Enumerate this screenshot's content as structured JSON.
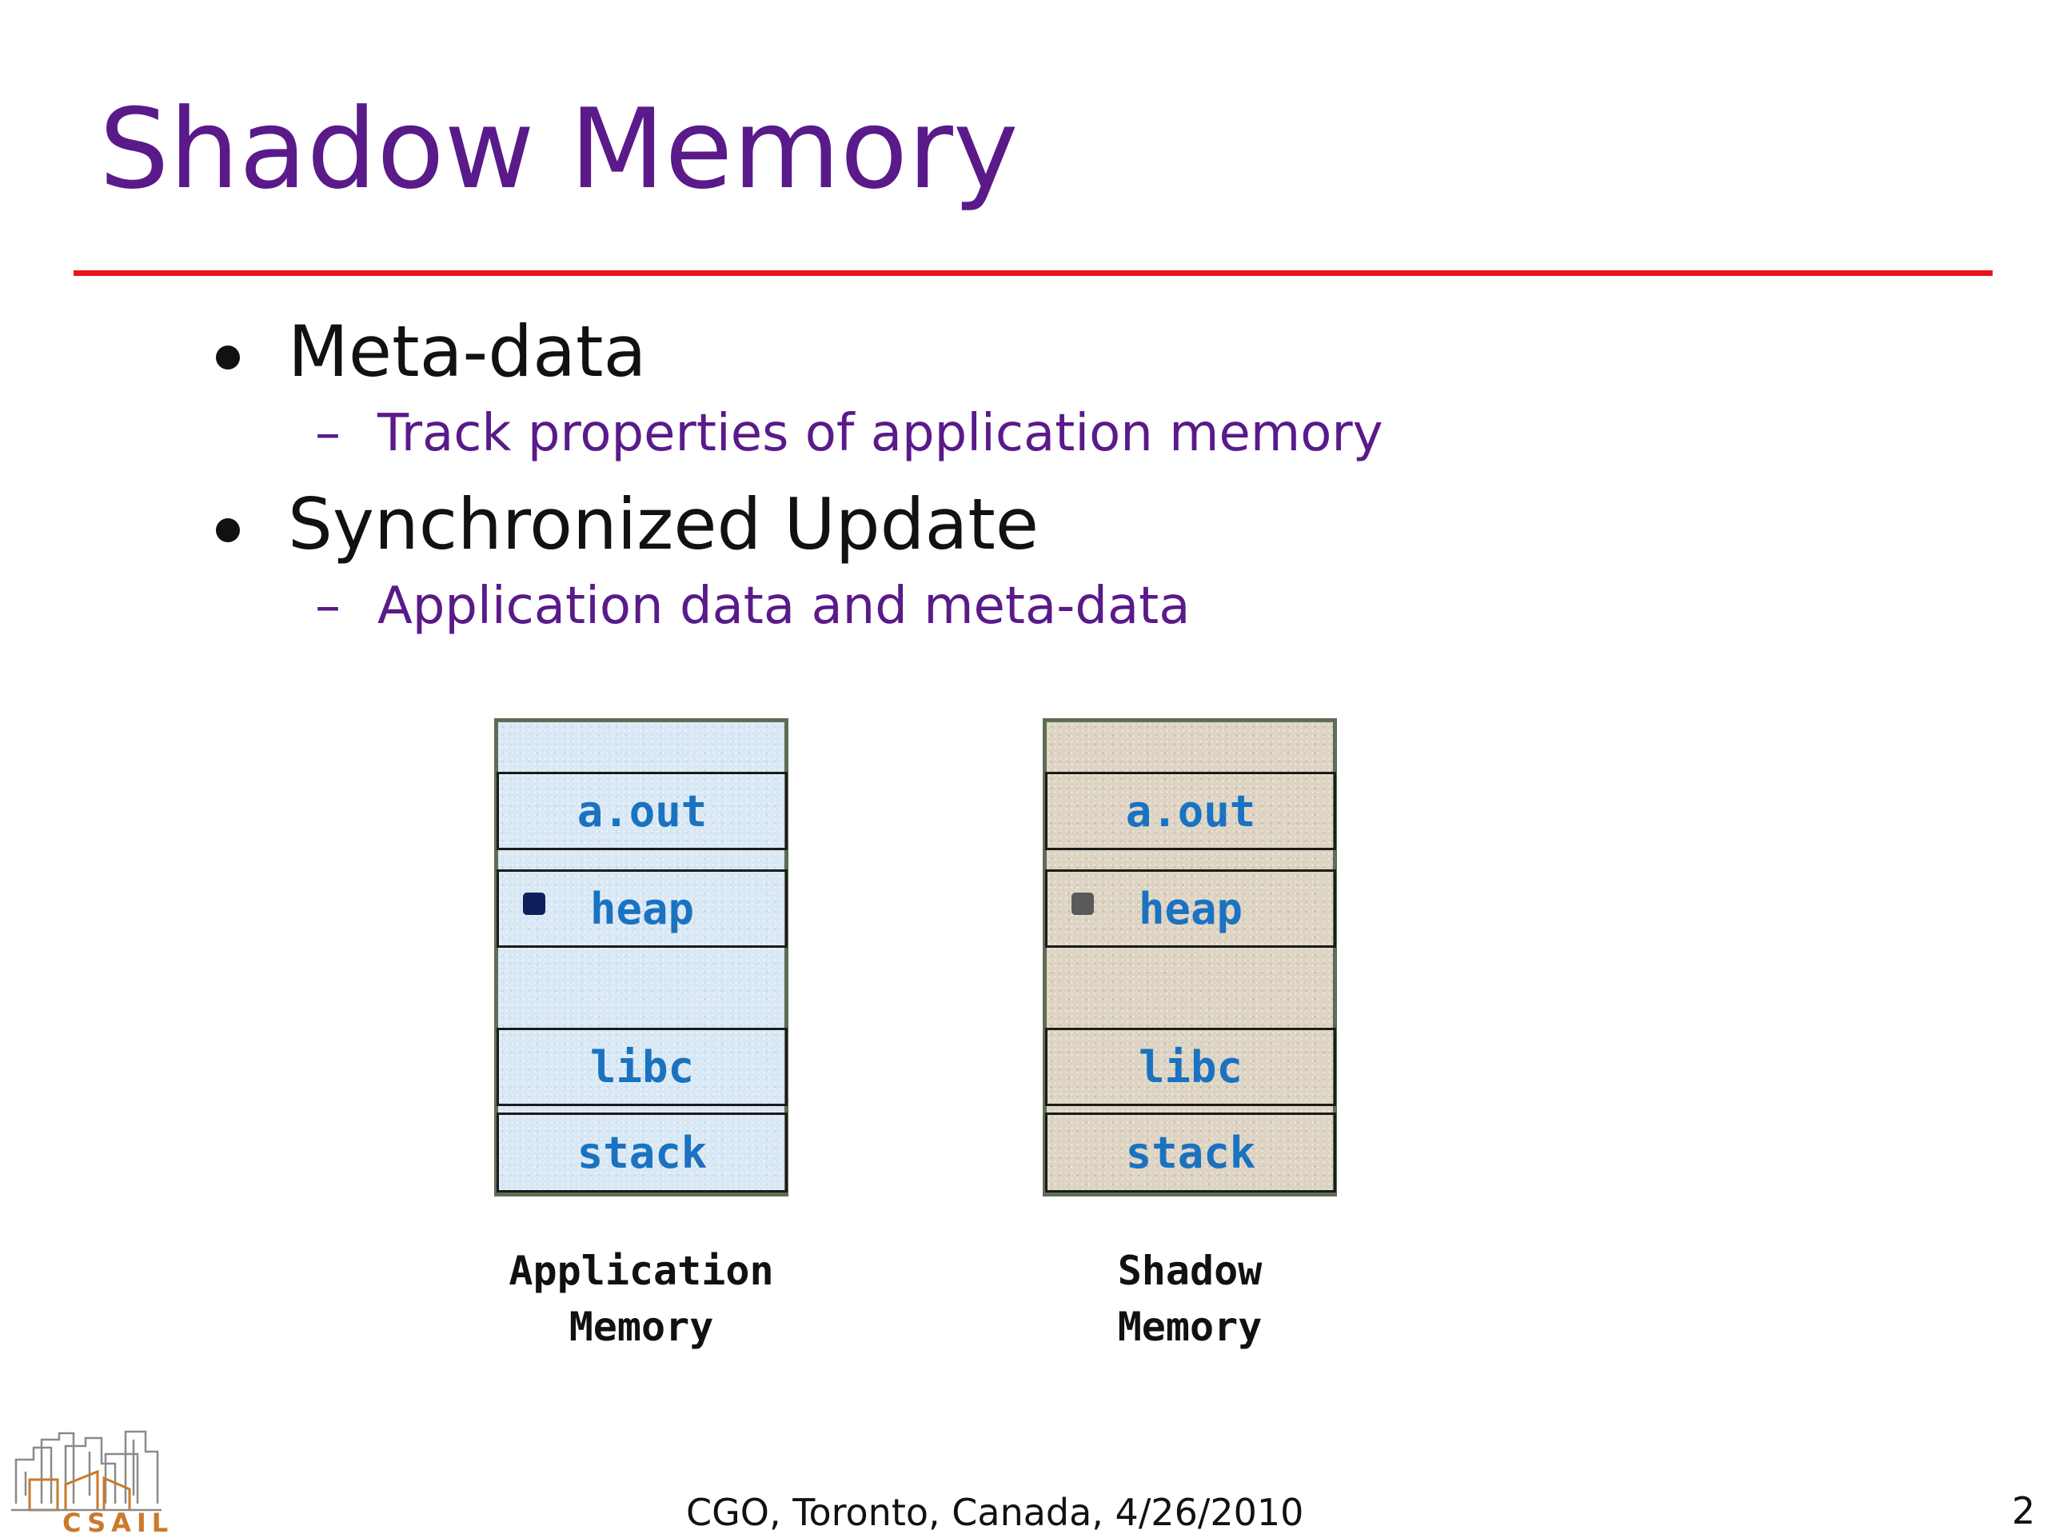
{
  "slide": {
    "title": "Shadow Memory",
    "bullets": [
      {
        "text": "Meta-data",
        "sub": "Track properties of application memory"
      },
      {
        "text": "Synchronized Update",
        "sub": "Application data and meta-data"
      }
    ],
    "sub_marker": "–"
  },
  "diagram": {
    "application_memory": {
      "segments": [
        "a.out",
        "heap",
        "libc",
        "stack"
      ],
      "label_line1": "Application",
      "label_line2": "Memory",
      "fill_color": "#d9e8f4",
      "marker_color": "#0e1f5c"
    },
    "shadow_memory": {
      "segments": [
        "a.out",
        "heap",
        "libc",
        "stack"
      ],
      "label_line1": "Shadow",
      "label_line2": "Memory",
      "fill_color": "#ddd4c4",
      "marker_color": "#5a5a5a"
    },
    "segment_text_color": "#1a72c0"
  },
  "footer": {
    "text": "CGO, Toronto, Canada, 4/26/2010",
    "page_number": "2",
    "logo_text": "CSAIL"
  },
  "colors": {
    "title": "#5a1a8a",
    "rule": "#e8141b",
    "sub_bullet": "#5a1a8a"
  }
}
